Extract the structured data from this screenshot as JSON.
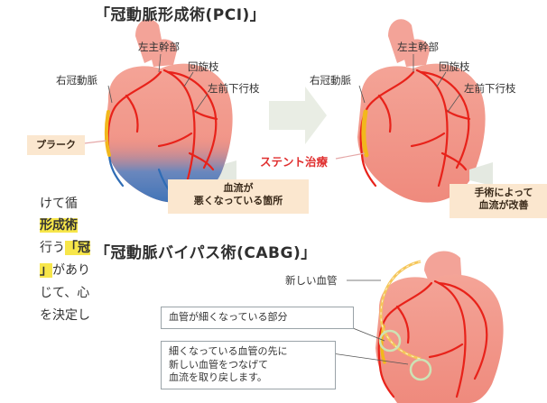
{
  "pci": {
    "title": "「冠動脈形成術(PCI)」",
    "before": {
      "left_main": "左主幹部",
      "circumflex": "回旋枝",
      "right_coronary": "右冠動脈",
      "lad": "左前下行枝",
      "plaque": "プラーク",
      "narrowed_line1": "血流が",
      "narrowed_line2": "悪くなっている箇所"
    },
    "after": {
      "left_main": "左主幹部",
      "circumflex": "回旋枝",
      "right_coronary": "右冠動脈",
      "lad": "左前下行枝",
      "stent": "ステント治療",
      "improved_line1": "手術によって",
      "improved_line2": "血流が改善"
    }
  },
  "cabg": {
    "title": "「冠動脈バイパス術(CABG)」",
    "new_vessel": "新しい血管",
    "narrowed_part": "血管が細くなっている部分",
    "explain_line1": "細くなっている血管の先に",
    "explain_line2": "新しい血管をつなげて",
    "explain_line3": "血流を取り戻します。"
  },
  "body_text": {
    "l1": "けて循",
    "l2": "形成術",
    "l3a": "行う",
    "l3b": "「冠",
    "l4a": "」",
    "l4b": "があり",
    "l5": "じて、心",
    "l6": "を決定し"
  },
  "colors": {
    "heart": "#f08b80",
    "artery": "#e8221a",
    "plaque": "#f2b81c",
    "ischemia": "#3e74b5",
    "label_box": "#fbe7cf",
    "highlight": "#f7e64a",
    "arrow": "#e9ede4"
  }
}
